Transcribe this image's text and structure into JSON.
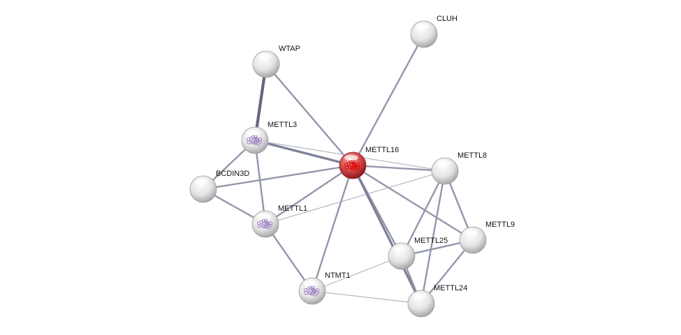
{
  "network": {
    "nodes": [
      {
        "id": "CLUH",
        "label": "CLUH",
        "type": "plain"
      },
      {
        "id": "WTAP",
        "label": "WTAP",
        "type": "plain"
      },
      {
        "id": "METTL3",
        "label": "METTL3",
        "type": "structure"
      },
      {
        "id": "METTL16",
        "label": "METTL16",
        "type": "query"
      },
      {
        "id": "METTL8",
        "label": "METTL8",
        "type": "plain"
      },
      {
        "id": "BCDIN3D",
        "label": "BCDIN3D",
        "type": "plain"
      },
      {
        "id": "METTL1",
        "label": "METTL1",
        "type": "structure"
      },
      {
        "id": "METTL9",
        "label": "METTL9",
        "type": "plain"
      },
      {
        "id": "METTL25",
        "label": "METTL25",
        "type": "plain"
      },
      {
        "id": "NTMT1",
        "label": "NTMT1",
        "type": "structure"
      },
      {
        "id": "METTL24",
        "label": "METTL24",
        "type": "plain"
      }
    ],
    "edges": [
      {
        "a": "CLUH",
        "b": "METTL16",
        "strength": 2
      },
      {
        "a": "WTAP",
        "b": "METTL3",
        "strength": 4
      },
      {
        "a": "WTAP",
        "b": "METTL16",
        "strength": 2
      },
      {
        "a": "METTL3",
        "b": "METTL16",
        "strength": 3
      },
      {
        "a": "METTL3",
        "b": "METTL8",
        "strength": 1
      },
      {
        "a": "METTL3",
        "b": "BCDIN3D",
        "strength": 2
      },
      {
        "a": "METTL3",
        "b": "METTL1",
        "strength": 2
      },
      {
        "a": "BCDIN3D",
        "b": "METTL16",
        "strength": 2
      },
      {
        "a": "BCDIN3D",
        "b": "METTL1",
        "strength": 2
      },
      {
        "a": "METTL1",
        "b": "METTL16",
        "strength": 2
      },
      {
        "a": "METTL1",
        "b": "METTL8",
        "strength": 1
      },
      {
        "a": "METTL1",
        "b": "NTMT1",
        "strength": 2
      },
      {
        "a": "METTL16",
        "b": "METTL8",
        "strength": 2
      },
      {
        "a": "METTL16",
        "b": "METTL9",
        "strength": 2
      },
      {
        "a": "METTL16",
        "b": "NTMT1",
        "strength": 2
      },
      {
        "a": "METTL16",
        "b": "METTL25",
        "strength": 2
      },
      {
        "a": "METTL16",
        "b": "METTL24",
        "strength": 3
      },
      {
        "a": "METTL8",
        "b": "METTL25",
        "strength": 2
      },
      {
        "a": "METTL8",
        "b": "METTL24",
        "strength": 2
      },
      {
        "a": "METTL8",
        "b": "METTL9",
        "strength": 2
      },
      {
        "a": "METTL9",
        "b": "METTL25",
        "strength": 2
      },
      {
        "a": "METTL9",
        "b": "METTL24",
        "strength": 2
      },
      {
        "a": "METTL25",
        "b": "METTL24",
        "strength": 2
      },
      {
        "a": "NTMT1",
        "b": "METTL25",
        "strength": 1
      },
      {
        "a": "NTMT1",
        "b": "METTL24",
        "strength": 1
      }
    ],
    "colors": {
      "query": "#d42a2a",
      "plain": "#e6e6e6",
      "edge": "#8e92a8",
      "structure_tint": "#9b7fc0"
    }
  }
}
